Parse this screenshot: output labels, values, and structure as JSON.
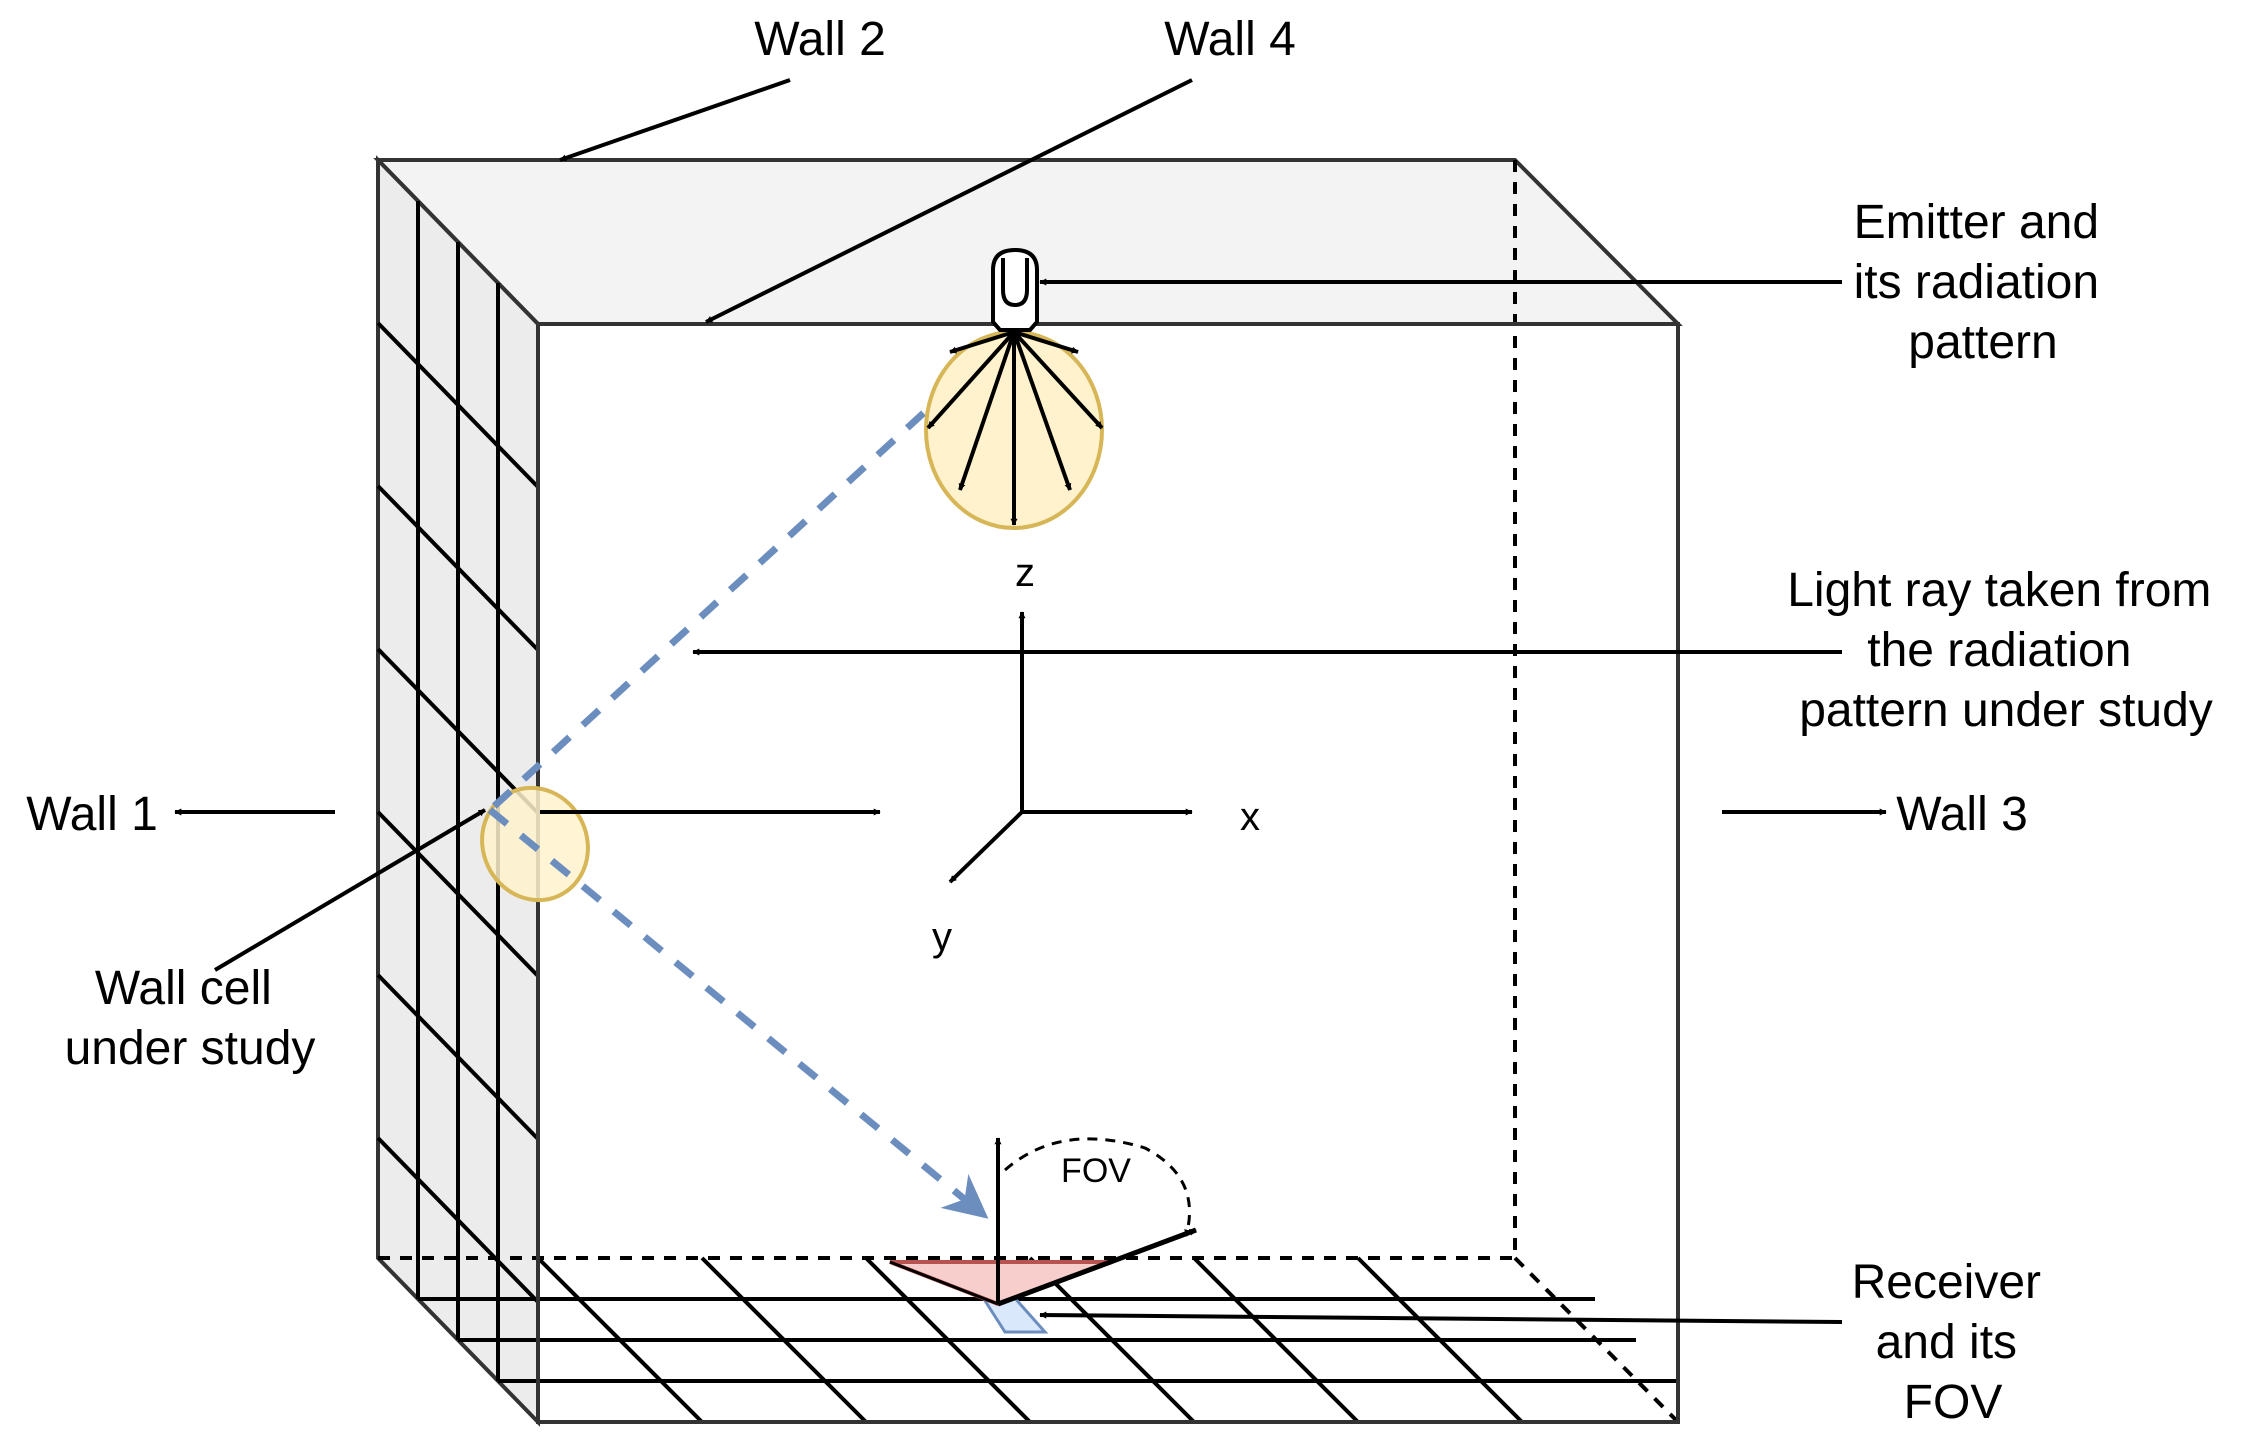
{
  "labels": {
    "wall1": "Wall 1",
    "wall2": "Wall 2",
    "wall3": "Wall 3",
    "wall4": "Wall 4",
    "emitter": [
      "Emitter and",
      "its radiation",
      "pattern"
    ],
    "light_ray": [
      "Light ray taken from",
      "the radiation",
      "pattern under study"
    ],
    "wall_cell": [
      "Wall cell",
      "under study"
    ],
    "receiver": [
      "Receiver",
      "and its",
      "FOV"
    ],
    "axis_x": "x",
    "axis_y": "y",
    "axis_z": "z",
    "fov": "FOV"
  },
  "colors": {
    "line": "#000000",
    "wall_fill": "#ececec",
    "ceiling_fill": "#f3f3f3",
    "ray": "#6c8ebf",
    "pattern_fill": "#fff2cc",
    "pattern_stroke": "#d6b656",
    "fov_cone_fill": "#f8cecc",
    "fov_cone_stroke": "#b85450",
    "receiver_fill": "#dae8fc"
  },
  "icons": [
    "emitter-led-icon",
    "receiver-icon"
  ]
}
